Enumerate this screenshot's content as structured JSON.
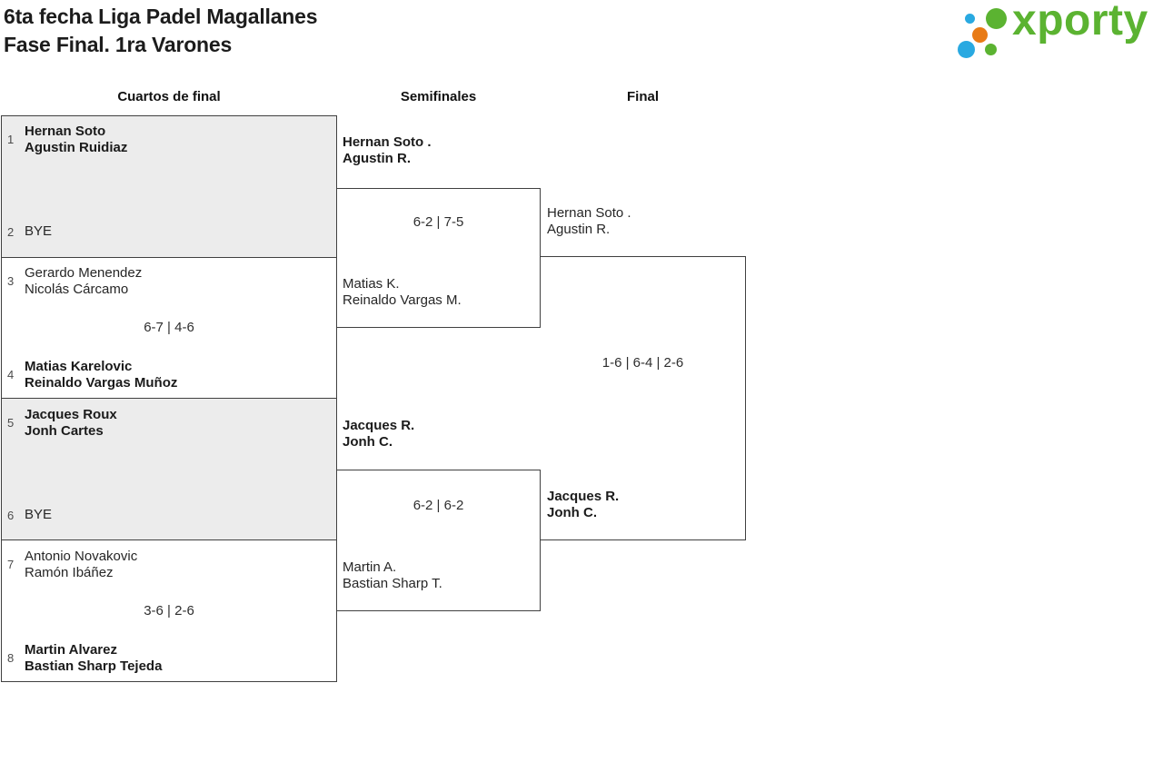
{
  "header": {
    "title_line1": "6ta fecha Liga Padel Magallanes",
    "title_line2": "Fase Final. 1ra Varones",
    "logo_text": "xporty"
  },
  "round_labels": {
    "quarterfinals": "Cuartos de final",
    "semifinals": "Semifinales",
    "final": "Final"
  },
  "bracket": {
    "quarterfinals": [
      {
        "top_seed": "1",
        "top_players": [
          "Hernan Soto",
          "Agustin Ruidiaz"
        ],
        "bottom_seed": "2",
        "bottom_players": [
          "BYE"
        ],
        "score": "",
        "winner": "top"
      },
      {
        "top_seed": "3",
        "top_players": [
          "Gerardo Menendez",
          "Nicolás Cárcamo"
        ],
        "bottom_seed": "4",
        "bottom_players": [
          "Matias Karelovic",
          "Reinaldo Vargas Muñoz"
        ],
        "score": "6-7 | 4-6",
        "winner": "bottom"
      },
      {
        "top_seed": "5",
        "top_players": [
          "Jacques Roux",
          "Jonh Cartes"
        ],
        "bottom_seed": "6",
        "bottom_players": [
          "BYE"
        ],
        "score": "",
        "winner": "top"
      },
      {
        "top_seed": "7",
        "top_players": [
          "Antonio Novakovic",
          "Ramón Ibáñez"
        ],
        "bottom_seed": "8",
        "bottom_players": [
          "Martin Alvarez",
          "Bastian Sharp Tejeda"
        ],
        "score": "3-6 | 2-6",
        "winner": "bottom"
      }
    ],
    "semifinals": [
      {
        "top_players": [
          "Hernan Soto .",
          "Agustin R."
        ],
        "bottom_players": [
          "Matias K.",
          "Reinaldo Vargas M."
        ],
        "score": "6-2 | 7-5",
        "winner": "top"
      },
      {
        "top_players": [
          "Jacques R.",
          "Jonh C."
        ],
        "bottom_players": [
          "Martin A.",
          "Bastian Sharp T."
        ],
        "score": "6-2 | 6-2",
        "winner": "top"
      }
    ],
    "final": {
      "top_players": [
        "Hernan Soto .",
        "Agustin R."
      ],
      "bottom_players": [
        "Jacques R.",
        "Jonh C."
      ],
      "score": "1-6 | 6-4 | 2-6",
      "winner": "bottom"
    }
  },
  "colors": {
    "logo_green": "#5bb331",
    "logo_blue": "#29a9e1",
    "logo_orange": "#e87b16",
    "bye_box_fill": "#ececec",
    "bracket_border": "#404040"
  }
}
